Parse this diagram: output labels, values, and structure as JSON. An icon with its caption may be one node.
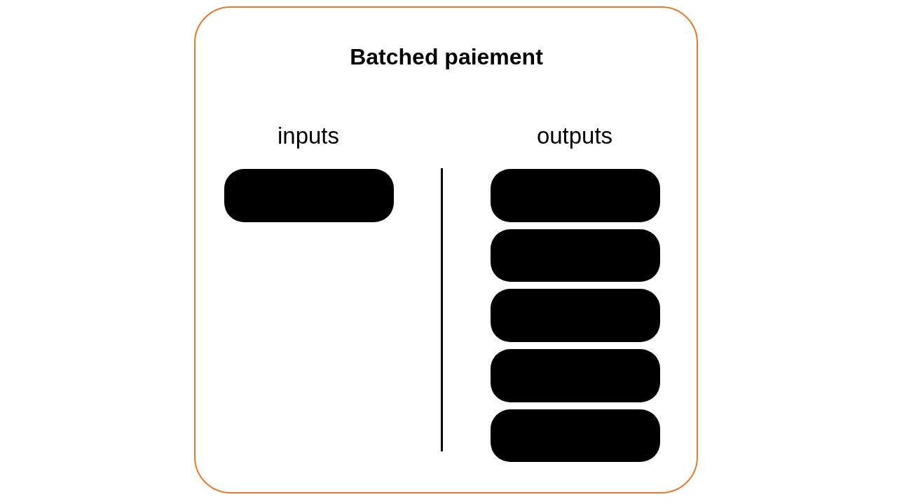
{
  "diagram": {
    "title": "Batched paiement",
    "nodes": [
      {
        "text": [],
        "shape": "box"
      },
      {
        "text": [],
        "shape": "box"
      },
      {
        "text": [],
        "shape": "box"
      },
      {
        "text": [],
        "shape": "box"
      },
      {
        "text": [],
        "shape": "box"
      },
      {
        "text": [],
        "shape": "box"
      }
    ],
    "labels": [
      "inputs",
      "outputs"
    ]
  }
}
